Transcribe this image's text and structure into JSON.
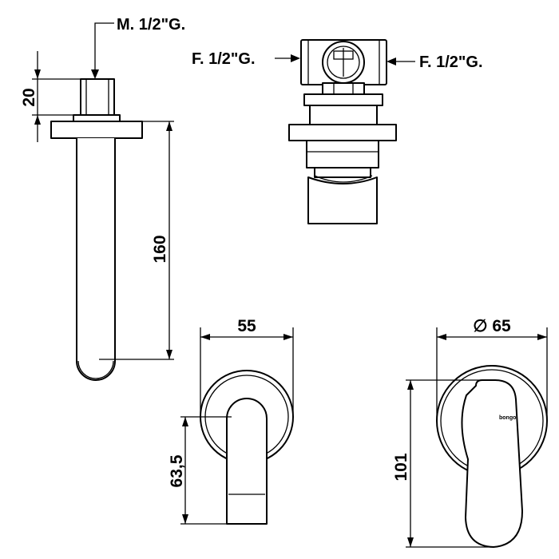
{
  "labels": {
    "spout_thread": "M. 1/2\"G.",
    "inlet_left": "F. 1/2\"G.",
    "inlet_right": "F. 1/2\"G."
  },
  "dimensions": {
    "thread_height": "20",
    "spout_length": "160",
    "spout_rosette_width": "55",
    "spout_drop": "63,5",
    "handle_rosette_diameter": "∅ 65",
    "handle_height": "101"
  },
  "brand": {
    "logo_text": "bongo"
  }
}
